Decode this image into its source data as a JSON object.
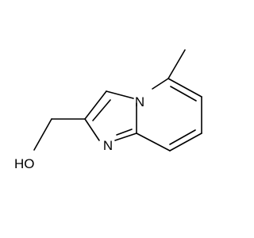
{
  "molecule": {
    "labels": {
      "hydroxyl": "HO",
      "bridgehead_nitrogen": "N",
      "ring_nitrogen": "N"
    }
  }
}
